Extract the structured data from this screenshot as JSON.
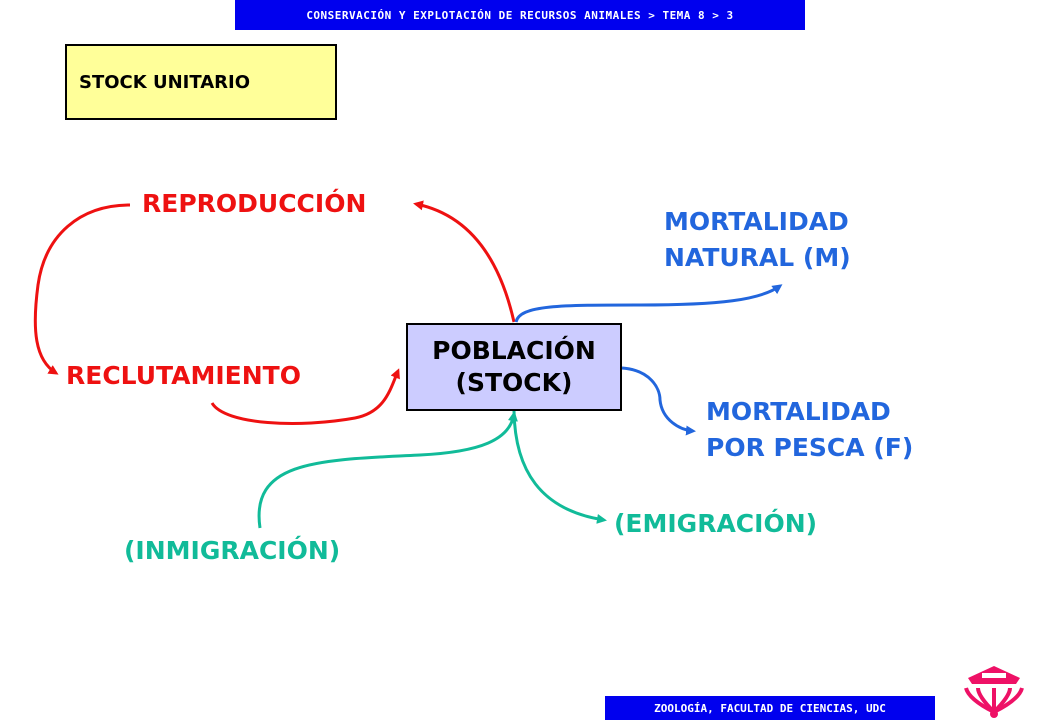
{
  "header": {
    "breadcrumb": "CONSERVACIÓN Y EXPLOTACIÓN DE RECURSOS ANIMALES > TEMA 8 > 3"
  },
  "title": {
    "text": "STOCK UNITARIO"
  },
  "center": {
    "line1": "POBLACIÓN",
    "line2": "(STOCK)"
  },
  "nodes": {
    "reproduccion": "REPRODUCCIÓN",
    "reclutamiento": "RECLUTAMIENTO",
    "mortalidad_natural_1": "MORTALIDAD",
    "mortalidad_natural_2": "NATURAL (M)",
    "mortalidad_pesca_1": "MORTALIDAD",
    "mortalidad_pesca_2": "POR PESCA (F)",
    "emigracion": "(EMIGRACIÓN)",
    "inmigracion": "(INMIGRACIÓN)"
  },
  "footer": {
    "text": "ZOOLOGÍA, FACULTAD DE CIENCIAS, UDC"
  },
  "colors": {
    "bar": "#0000ee",
    "red": "#ee1111",
    "blue": "#2266dd",
    "teal": "#11bb99",
    "title_bg": "#ffff99",
    "center_bg": "#ccccff"
  }
}
